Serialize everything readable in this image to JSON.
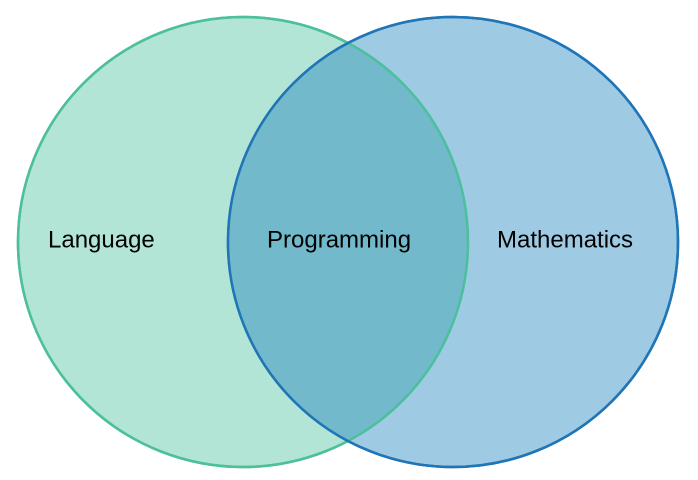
{
  "diagram": {
    "type": "venn",
    "sets": [
      {
        "id": "language",
        "label": "Language",
        "fill": "#b3e5d7",
        "stroke": "#4cbf9c"
      },
      {
        "id": "mathematics",
        "label": "Mathematics",
        "fill": "#9ecae3",
        "stroke": "#1f75b6"
      }
    ],
    "intersection": {
      "label": "Programming",
      "fill": "#71b9cb"
    }
  }
}
